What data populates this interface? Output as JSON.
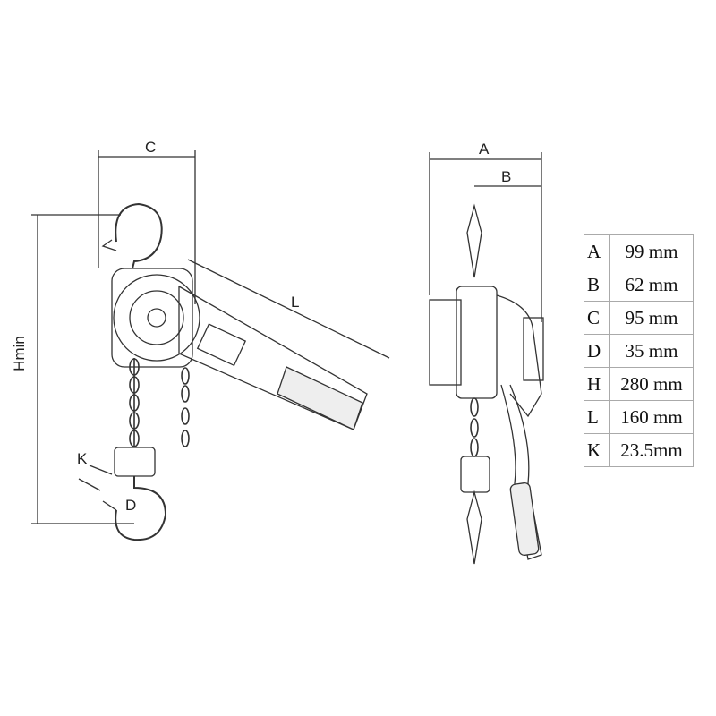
{
  "labels": {
    "C": "C",
    "L": "L",
    "Hmin": "Hmin",
    "K": "K",
    "D": "D",
    "A": "A",
    "B": "B"
  },
  "dimensions": [
    {
      "key": "A",
      "value": "99 mm"
    },
    {
      "key": "B",
      "value": "62 mm"
    },
    {
      "key": "C",
      "value": "95 mm"
    },
    {
      "key": "D",
      "value": "35 mm"
    },
    {
      "key": "H",
      "value": "280 mm"
    },
    {
      "key": "L",
      "value": "160 mm"
    },
    {
      "key": "K",
      "value": "23.5mm"
    }
  ]
}
